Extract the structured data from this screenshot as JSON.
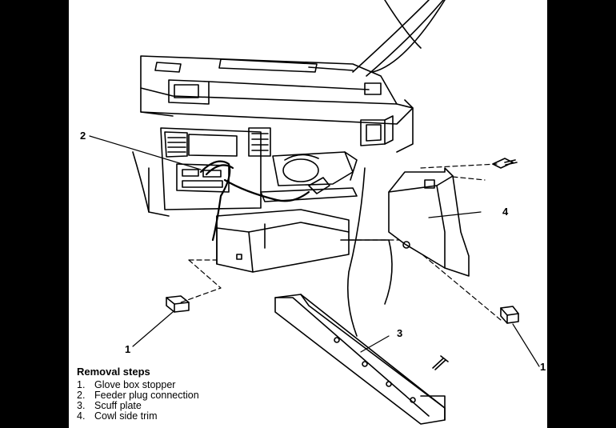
{
  "callouts": {
    "c1_left": "1",
    "c2": "2",
    "c3": "3",
    "c4": "4",
    "c1_right": "1"
  },
  "removal": {
    "title": "Removal steps",
    "steps": [
      {
        "num": "1.",
        "label": "Glove box stopper"
      },
      {
        "num": "2.",
        "label": "Feeder plug connection"
      },
      {
        "num": "3.",
        "label": "Scuff plate"
      },
      {
        "num": "4.",
        "label": "Cowl side trim"
      }
    ]
  },
  "colors": {
    "background": "#000000",
    "sheet": "#ffffff",
    "ink": "#000000"
  }
}
